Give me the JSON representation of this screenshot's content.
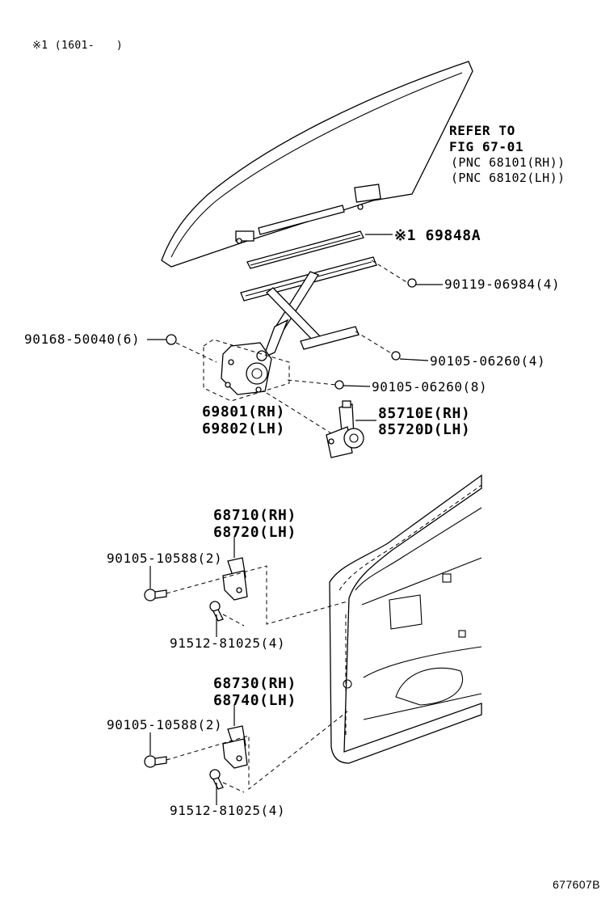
{
  "note_top": "※1 (1601-　　)",
  "glass_ref": {
    "line1": "REFER TO",
    "line2": "FIG 67-01",
    "line3": "(PNC 68101(RH))",
    "line4": "(PNC 68102(LH))"
  },
  "parts": {
    "channel": "※1 69848A",
    "bolt_a": "90119-06984(4)",
    "bolt_b": "90168-50040(6)",
    "bolt_c": "90105-06260(4)",
    "bolt_d": "90105-06260(8)",
    "regulator_rh": "69801(RH)",
    "regulator_lh": "69802(LH)",
    "motor_rh": "85710E(RH)",
    "motor_lh": "85720D(LH)",
    "upper_hinge_rh": "68710(RH)",
    "upper_hinge_lh": "68720(LH)",
    "upper_hinge_bolt": "90105-10588(2)",
    "upper_hinge_screw": "91512-81025(4)",
    "lower_hinge_rh": "68730(RH)",
    "lower_hinge_lh": "68740(LH)",
    "lower_hinge_bolt": "90105-10588(2)",
    "lower_hinge_screw": "91512-81025(4)"
  },
  "figure_id": "677607B"
}
